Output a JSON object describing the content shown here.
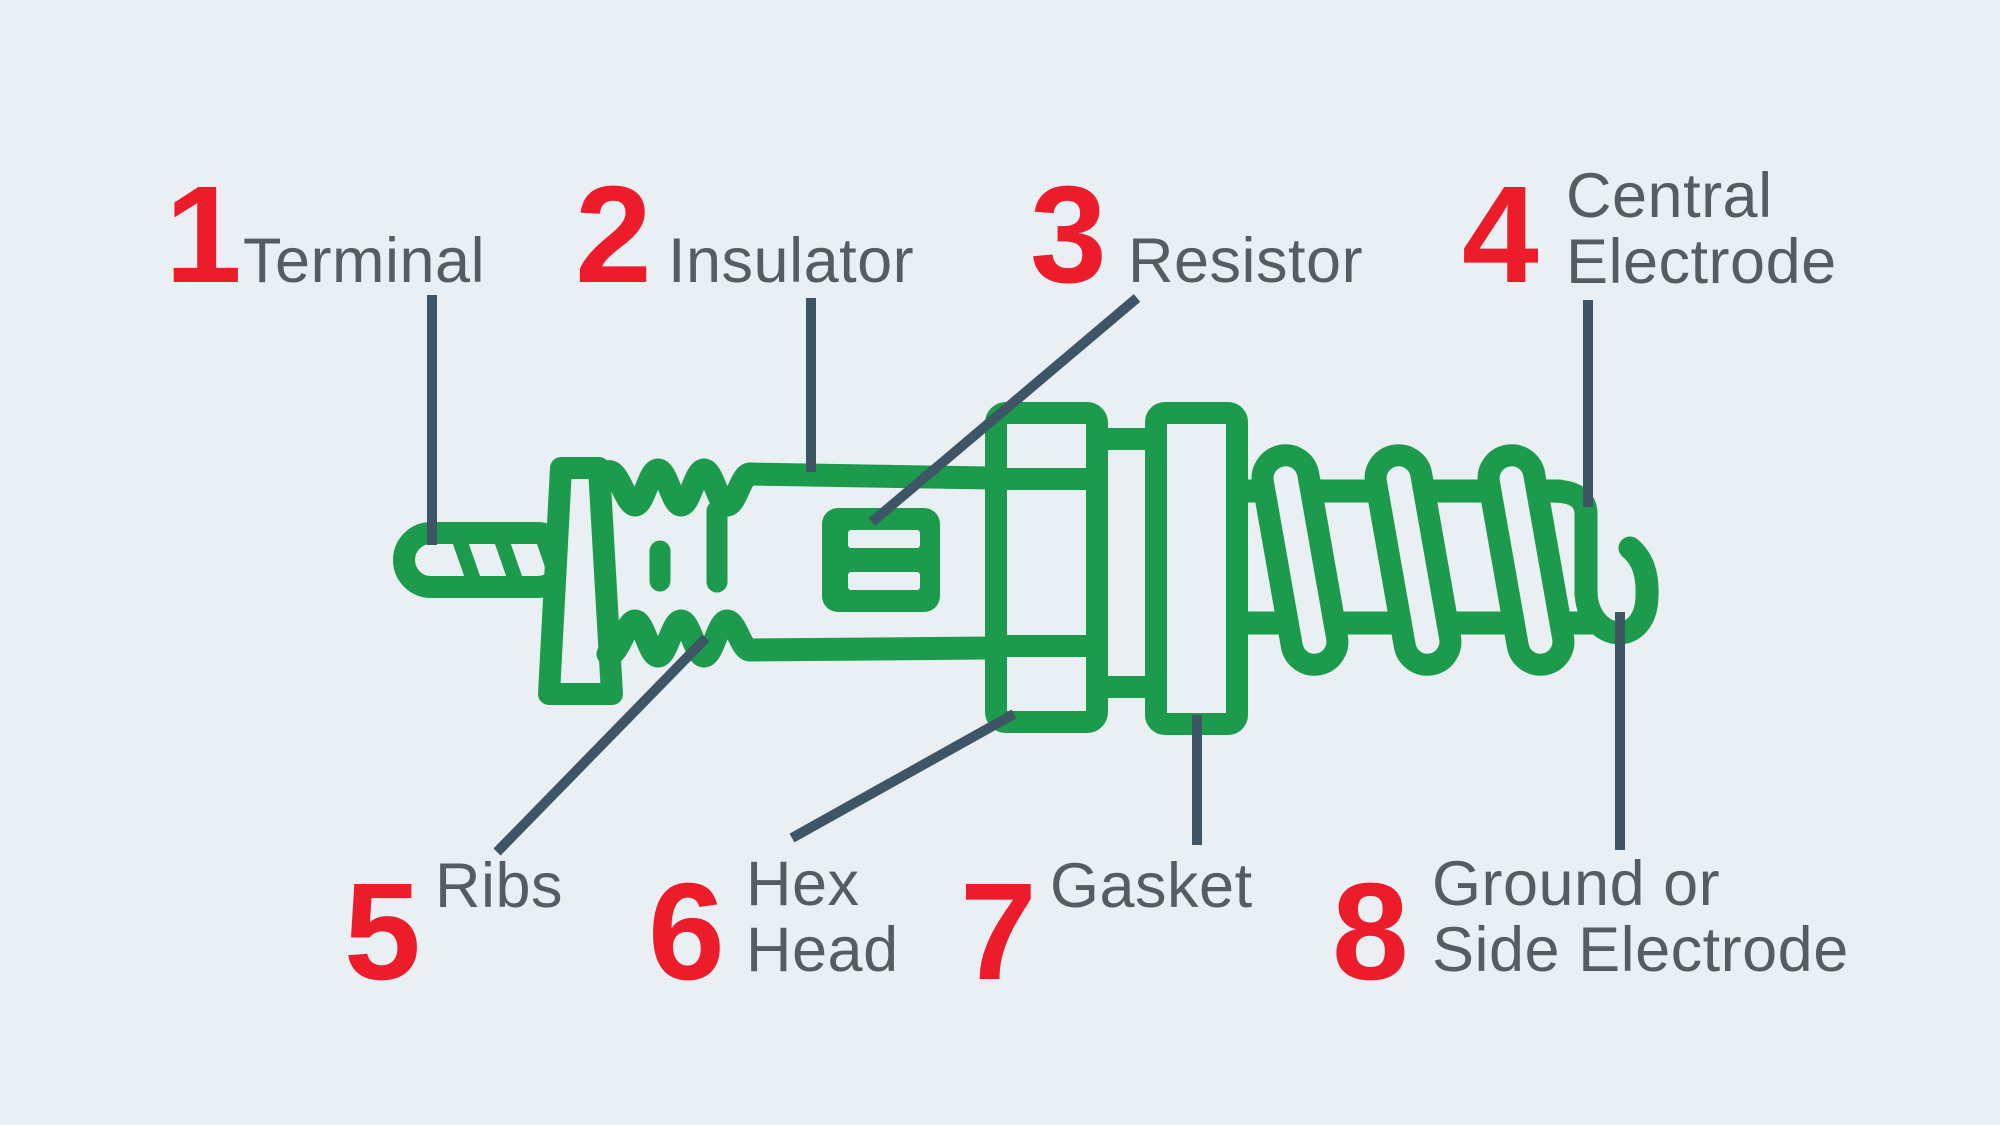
{
  "background": "#e9eff2",
  "colors": {
    "plug_green": "#1d9b4c",
    "label_red": "#ec1c2b",
    "label_gray": "#565c62",
    "leader_line": "#3d5565"
  },
  "labels": [
    {
      "number": "1",
      "line1": "Terminal",
      "line2": ""
    },
    {
      "number": "2",
      "line1": "Insulator",
      "line2": ""
    },
    {
      "number": "3",
      "line1": "Resistor",
      "line2": ""
    },
    {
      "number": "4",
      "line1": "Central",
      "line2": "Electrode"
    },
    {
      "number": "5",
      "line1": "Ribs",
      "line2": ""
    },
    {
      "number": "6",
      "line1": "Hex",
      "line2": "Head"
    },
    {
      "number": "7",
      "line1": "Gasket",
      "line2": ""
    },
    {
      "number": "8",
      "line1": "Ground or",
      "line2": "Side Electrode"
    }
  ]
}
